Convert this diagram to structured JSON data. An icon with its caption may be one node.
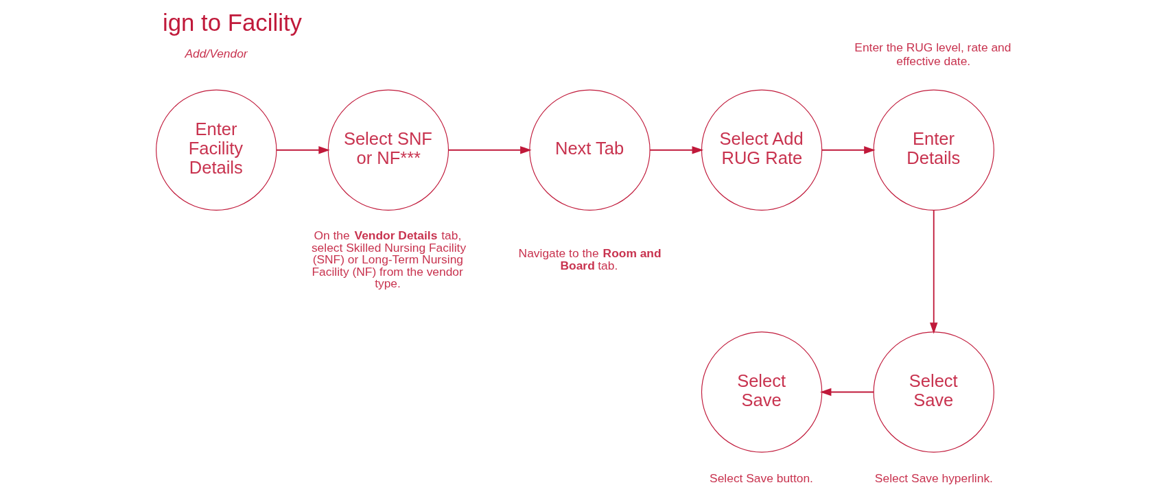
{
  "diagram": {
    "title": "ign to Facility",
    "nodes": [
      {
        "text": [
          "Enter Facility Details"
        ],
        "beside": [
          "Add/Vendor"
        ]
      },
      {
        "text": [
          "Select SNF or NF***"
        ],
        "beside": [
          "On the **Vendor Details** tab, select Skilled Nursing Facility (SNF) or Long-Term Nursing Facility (NF) from the vendor type."
        ]
      },
      {
        "text": [
          "Next Tab"
        ],
        "beside": [
          "Navigate to the **Room and Board** tab."
        ]
      },
      {
        "text": [
          "Select Add RUG Rate"
        ]
      },
      {
        "text": [
          "Enter Details"
        ],
        "beside": [
          "Enter the RUG level, rate and effective date."
        ]
      },
      {
        "text": [
          "Select Save"
        ],
        "beside": [
          "Select Save hyperlink."
        ]
      },
      {
        "text": [
          "Select Save"
        ],
        "beside": [
          "Select Save button."
        ]
      }
    ],
    "edges": [
      {
        "from": 0,
        "to": 1,
        "arrow": "to"
      },
      {
        "from": 1,
        "to": 2,
        "arrow": "to"
      },
      {
        "from": 2,
        "to": 3,
        "arrow": "to"
      },
      {
        "from": 3,
        "to": 4,
        "arrow": "to"
      },
      {
        "from": 4,
        "to": 5,
        "arrow": "to"
      },
      {
        "from": 5,
        "to": 6,
        "arrow": "to"
      }
    ]
  }
}
